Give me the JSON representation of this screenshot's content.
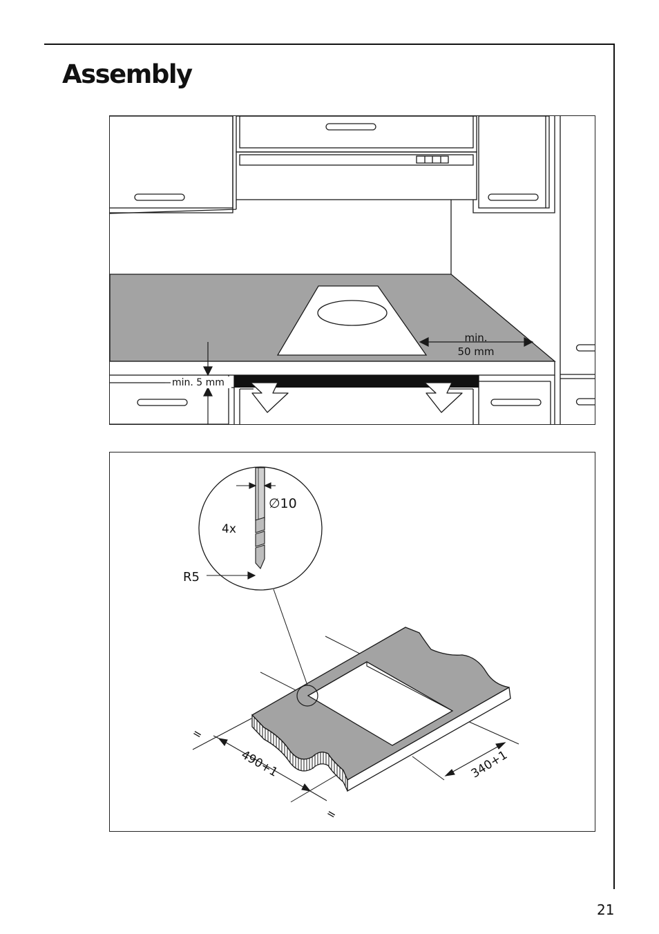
{
  "title": "Assembly",
  "page_number": "21",
  "figure1": {
    "label_min_5mm": "min. 5 mm",
    "label_min": "min.",
    "label_50mm": "50 mm"
  },
  "figure2": {
    "label_diameter": "∅10",
    "label_count": "4x",
    "label_radius": "R5",
    "label_width": "490+1",
    "label_depth": "340+1",
    "label_equal_left": "=",
    "label_equal_bottom": "="
  },
  "colors": {
    "worktop_grey": "#a3a3a3",
    "line": "#1a1a1a",
    "oven_band": "#111111"
  }
}
